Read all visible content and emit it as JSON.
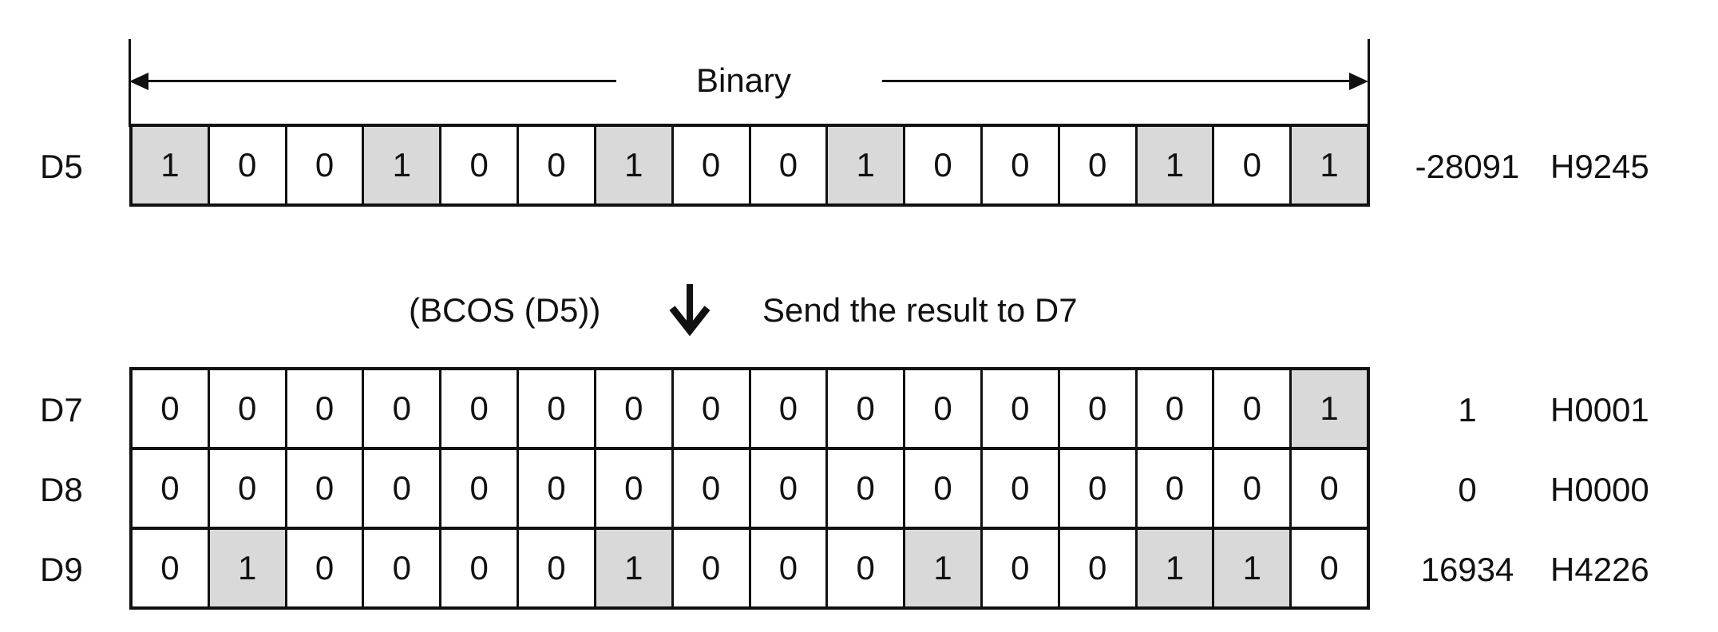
{
  "header": {
    "binary_label": "Binary"
  },
  "operation": {
    "instruction": "(BCOS (D5))",
    "arrow_icon": "arrow-down-icon",
    "result_text": "Send the result to D7"
  },
  "colors": {
    "bit_on": "#d9d9d9",
    "bit_off": "#ffffff",
    "line": "#111111"
  },
  "source": [
    {
      "label": "D5",
      "bits": [
        "1",
        "0",
        "0",
        "1",
        "0",
        "0",
        "1",
        "0",
        "0",
        "1",
        "0",
        "0",
        "0",
        "1",
        "0",
        "1"
      ],
      "decimal": "-28091",
      "hex": "H9245"
    }
  ],
  "results": [
    {
      "label": "D7",
      "bits": [
        "0",
        "0",
        "0",
        "0",
        "0",
        "0",
        "0",
        "0",
        "0",
        "0",
        "0",
        "0",
        "0",
        "0",
        "0",
        "1"
      ],
      "decimal": "1",
      "hex": "H0001"
    },
    {
      "label": "D8",
      "bits": [
        "0",
        "0",
        "0",
        "0",
        "0",
        "0",
        "0",
        "0",
        "0",
        "0",
        "0",
        "0",
        "0",
        "0",
        "0",
        "0"
      ],
      "decimal": "0",
      "hex": "H0000"
    },
    {
      "label": "D9",
      "bits": [
        "0",
        "1",
        "0",
        "0",
        "0",
        "0",
        "1",
        "0",
        "0",
        "0",
        "1",
        "0",
        "0",
        "1",
        "1",
        "0"
      ],
      "decimal": "16934",
      "hex": "H4226"
    }
  ]
}
